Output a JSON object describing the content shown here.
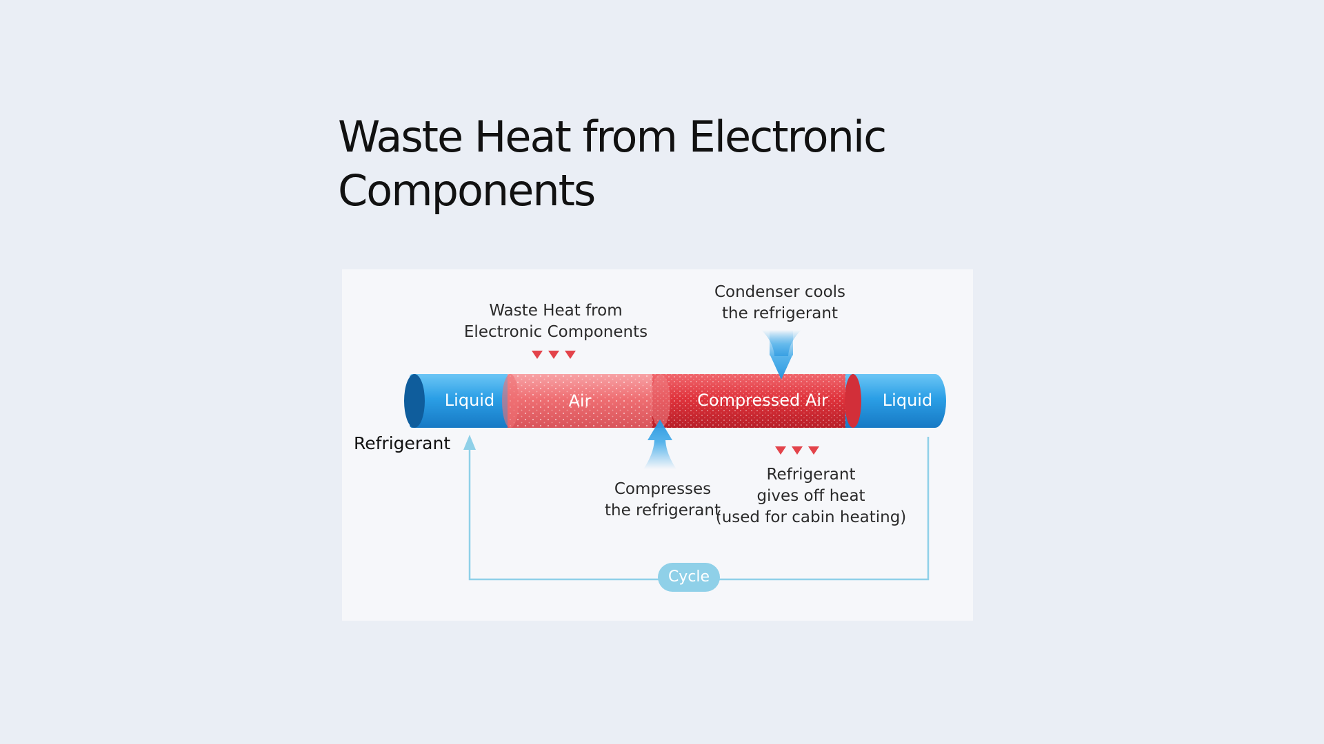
{
  "title_lines": [
    "Waste Heat from Electronic",
    "Components"
  ],
  "diagram": {
    "segments": {
      "liquid_left": "Liquid",
      "air": "Air",
      "compressed_air": "Compressed Air",
      "liquid_right": "Liquid"
    },
    "waste_heat_label": [
      "Waste Heat from",
      "Electronic Components"
    ],
    "condenser_label": [
      "Condenser cools",
      "the refrigerant"
    ],
    "compresses_label": [
      "Compresses",
      "the refrigerant"
    ],
    "gives_off_heat_label": [
      "Refrigerant",
      "gives off heat",
      "(used for cabin heating)"
    ],
    "refrigerant_label": "Refrigerant",
    "cycle_label": "Cycle",
    "colors": {
      "liquid": "#2b9fe6",
      "air": "#ef6f73",
      "compressed_air": "#e0333c",
      "arrow_blue": "#3aa7e8",
      "heat_marker": "#e3434a",
      "cycle_line": "#8fd0e8"
    }
  }
}
